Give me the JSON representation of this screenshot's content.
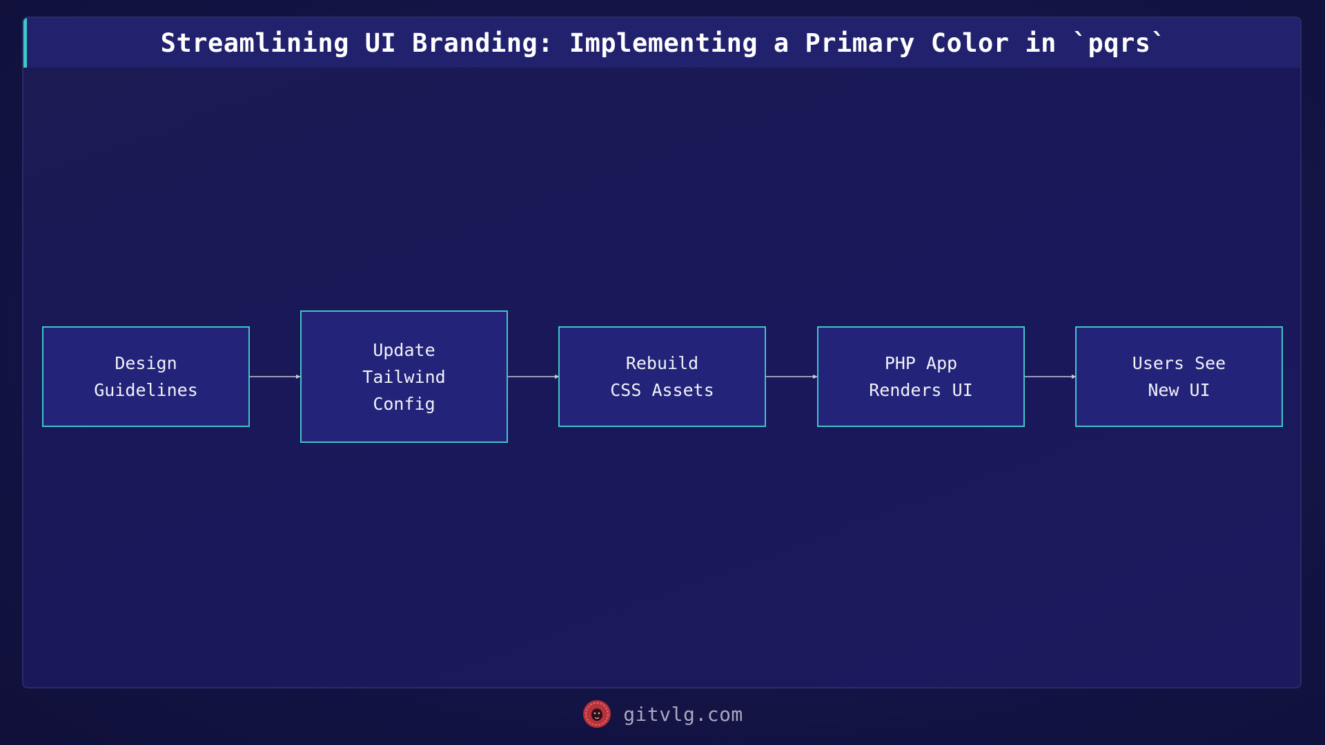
{
  "title": "Streamlining UI Branding: Implementing a Primary Color in `pqrs`",
  "nodes": [
    {
      "label": "Design\nGuidelines"
    },
    {
      "label": "Update\nTailwind\nConfig"
    },
    {
      "label": "Rebuild\nCSS Assets"
    },
    {
      "label": "PHP App\nRenders UI"
    },
    {
      "label": "Users See\nNew UI"
    }
  ],
  "footer": {
    "site": "gitvlg.com",
    "logo_icon": "lion-head-icon"
  },
  "colors": {
    "accent": "#3fc7c9",
    "node_fill": "#23237a",
    "title_bar": "#22216e",
    "logo": "#c8353f"
  }
}
